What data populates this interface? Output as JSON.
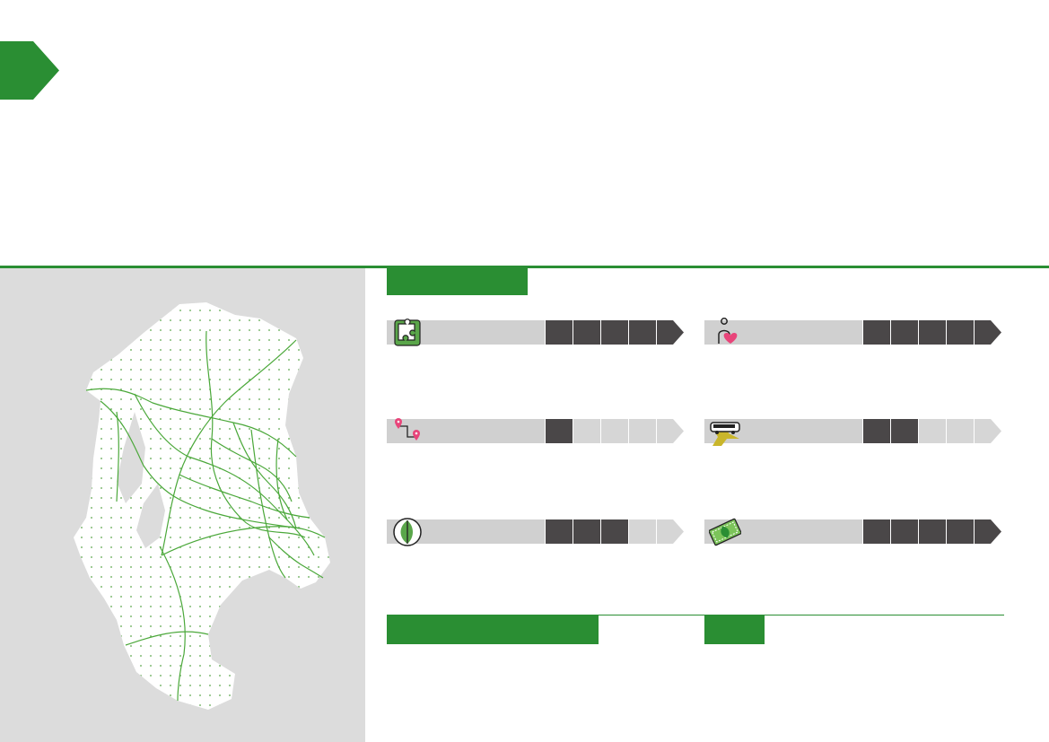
{
  "colors": {
    "brand_green": "#2a8e33",
    "rating_filled": "#4a4748",
    "rating_empty": "#d6d6d6",
    "accent_pink": "#e8457a",
    "accent_yellow": "#c9b62b",
    "map_background": "#dcdcdc"
  },
  "header": {
    "chevron_icon": "green-chevron-icon"
  },
  "map": {
    "description_icon": "region-road-network-map"
  },
  "ratings": [
    {
      "icon": "puzzle-icon",
      "score": 5,
      "max": 5
    },
    {
      "icon": "person-heart-icon",
      "score": 5,
      "max": 5
    },
    {
      "icon": "route-pins-icon",
      "score": 1,
      "max": 5
    },
    {
      "icon": "bus-star-icon",
      "score": 2,
      "max": 5
    },
    {
      "icon": "leaf-globe-icon",
      "score": 3,
      "max": 5
    },
    {
      "icon": "money-leaf-icon",
      "score": 5,
      "max": 5
    }
  ]
}
